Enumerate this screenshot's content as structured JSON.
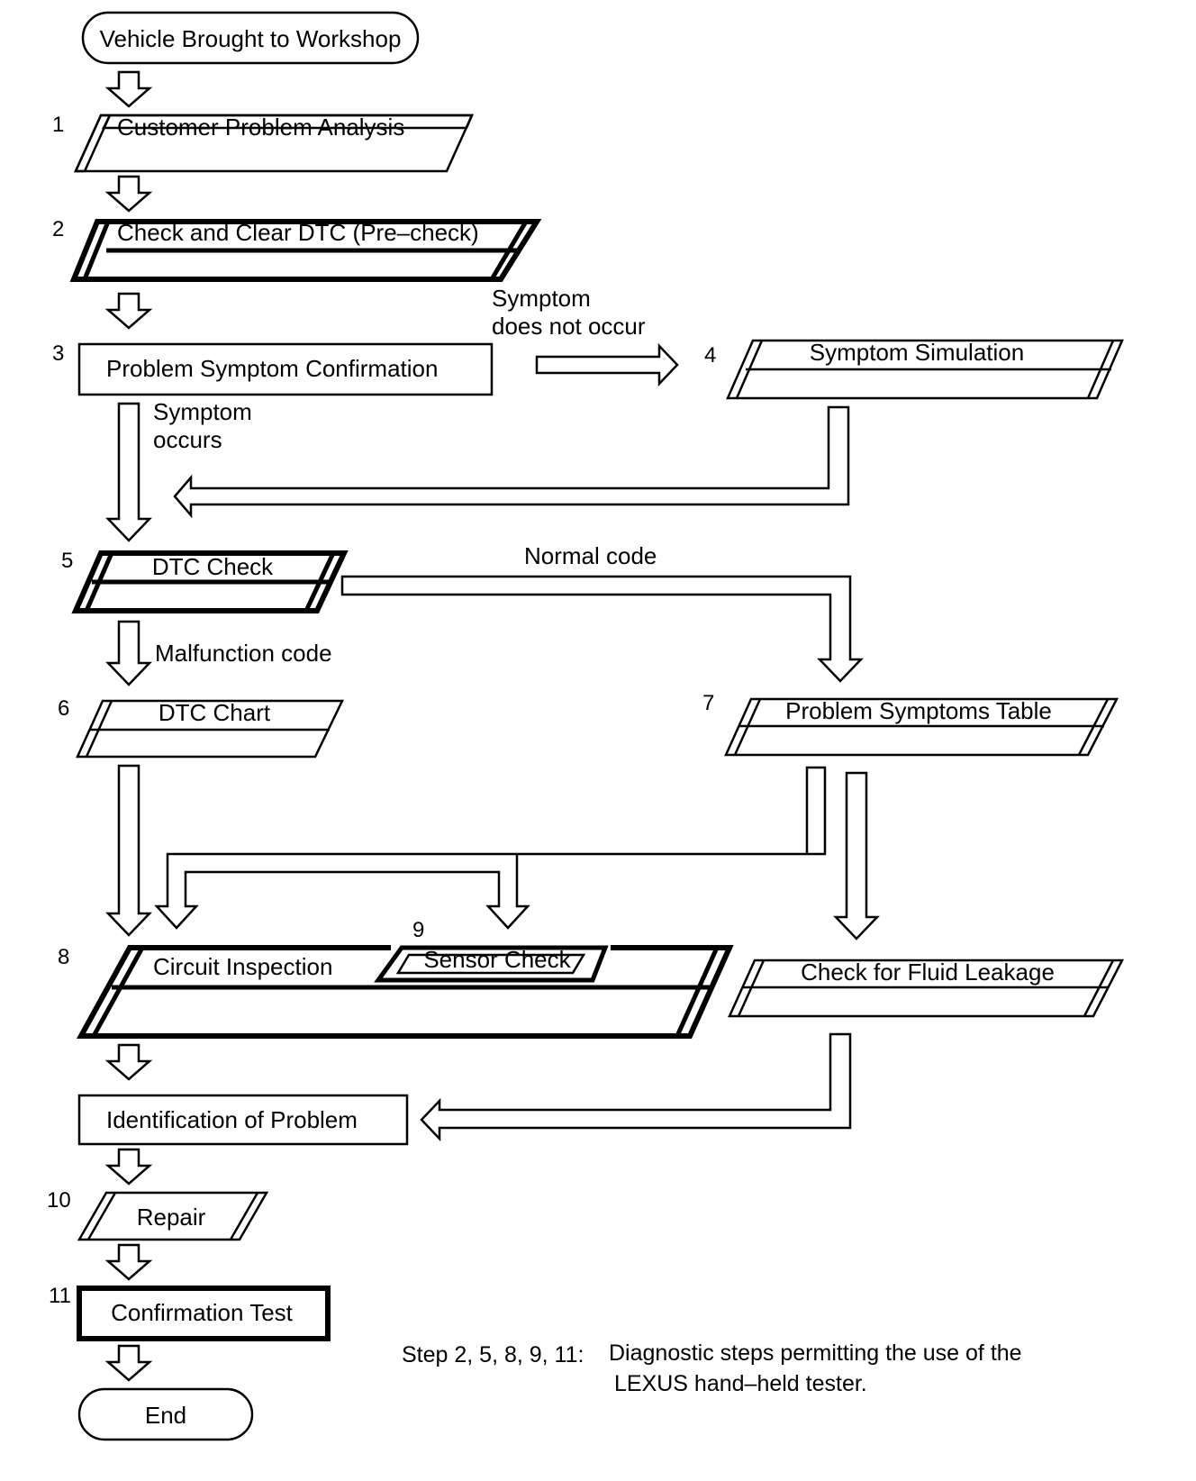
{
  "start": "Vehicle Brought to Workshop",
  "end": "End",
  "steps": [
    {
      "num": "1",
      "label": "Customer Problem Analysis"
    },
    {
      "num": "2",
      "label": "Check and Clear DTC (Pre–check)"
    },
    {
      "num": "3",
      "label": "Problem Symptom Confirmation"
    },
    {
      "num": "4",
      "label": "Symptom Simulation"
    },
    {
      "num": "5",
      "label": "DTC Check"
    },
    {
      "num": "6",
      "label": "DTC Chart"
    },
    {
      "num": "7",
      "label": "Problem Symptoms Table"
    },
    {
      "num": "8",
      "label": "Circuit Inspection"
    },
    {
      "num": "9",
      "label": "Sensor Check"
    },
    {
      "num": "10",
      "label": "Repair"
    },
    {
      "num": "11",
      "label": "Confirmation Test"
    }
  ],
  "fluid_check": "Check for Fluid Leakage",
  "identification": "Identification of Problem",
  "branches": {
    "symptom_not_occur_1": "Symptom",
    "symptom_not_occur_2": "does not occur",
    "symptom_occurs_1": "Symptom",
    "symptom_occurs_2": "occurs",
    "normal_code": "Normal code",
    "malfunction_code": "Malfunction code"
  },
  "note": {
    "prefix": "Step  2, 5, 8, 9, 11:",
    "line1": "Diagnostic steps permitting the use of the",
    "line2": "LEXUS hand–held tester."
  }
}
